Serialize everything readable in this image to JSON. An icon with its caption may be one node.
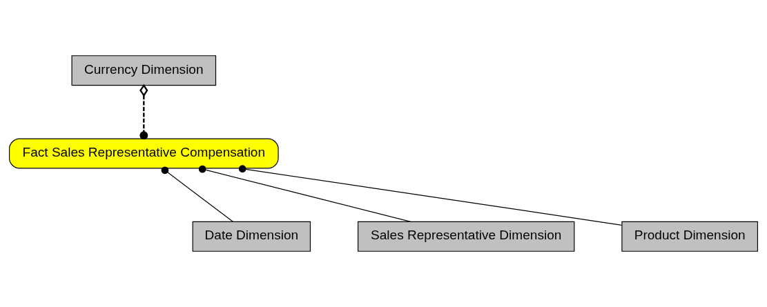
{
  "diagram": {
    "nodes": [
      {
        "text": [
          "Currency Dimension"
        ]
      },
      {
        "text": [
          "Fact Sales Representative Compensation"
        ]
      },
      {
        "text": [
          "Date Dimension"
        ]
      },
      {
        "text": [
          "Sales Representative Dimension"
        ]
      },
      {
        "text": [
          "Product Dimension"
        ]
      }
    ],
    "edges": [
      {
        "from": 0,
        "to": 1,
        "arrow": "other",
        "style": "dashed"
      },
      {
        "from": 2,
        "to": 1,
        "arrow": "other"
      },
      {
        "from": 3,
        "to": 1,
        "arrow": "other"
      },
      {
        "from": 4,
        "to": 1,
        "arrow": "other"
      }
    ]
  }
}
